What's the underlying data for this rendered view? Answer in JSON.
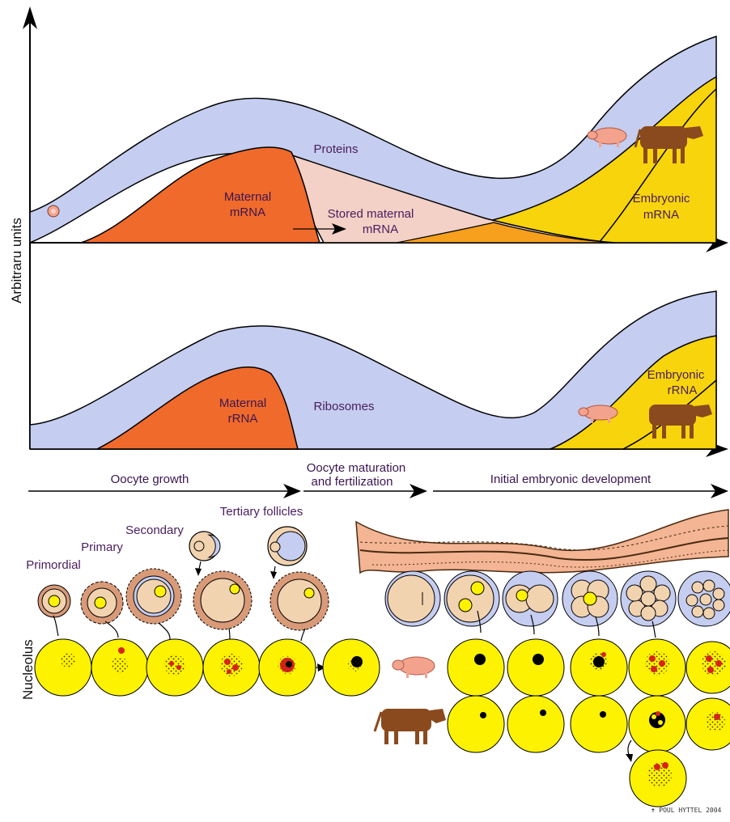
{
  "y_axis_label": "Arbitraru units",
  "left_label_bottom": "Nucleolus",
  "top_panel": {
    "proteins": "Proteins",
    "maternal_mrna_line1": "Maternal",
    "maternal_mrna_line2": "mRNA",
    "stored_line1": "Stored maternal",
    "stored_line2": "mRNA",
    "embryonic_line1": "Embryonic",
    "embryonic_line2": "mRNA"
  },
  "bottom_panel": {
    "maternal_rrna_line1": "Maternal",
    "maternal_rrna_line2": "rRNA",
    "ribosomes": "Ribosomes",
    "embryonic_line1": "Embryonic",
    "embryonic_line2": "rRNA"
  },
  "phases": {
    "growth": "Oocyte growth",
    "maturation_line1": "Oocyte maturation",
    "maturation_line2": "and fertilization",
    "development": "Initial embryonic development"
  },
  "follicles": {
    "tertiary": "Tertiary follicles",
    "secondary": "Secondary",
    "primary": "Primary",
    "primordial": "Primordial"
  },
  "signature": "✝ POUL HYTTEL 2004",
  "icons": [
    "pig-icon",
    "cow-icon",
    "oocyte-icon",
    "embryo-icon",
    "nucleolus-icon",
    "uterus-wall-icon"
  ],
  "colors": {
    "proteins": "#c5cdf0",
    "maternal": "#f06a2b",
    "stored": "#f3d1c6",
    "embryonic": "#f7d40c",
    "overlap": "#f6a01d",
    "nucleus": "#fdf200",
    "nucleolus_red": "#d8231c",
    "oocyte": "#f2d3b0",
    "pig": "#f3a38d",
    "cow": "#8a4a1e"
  }
}
